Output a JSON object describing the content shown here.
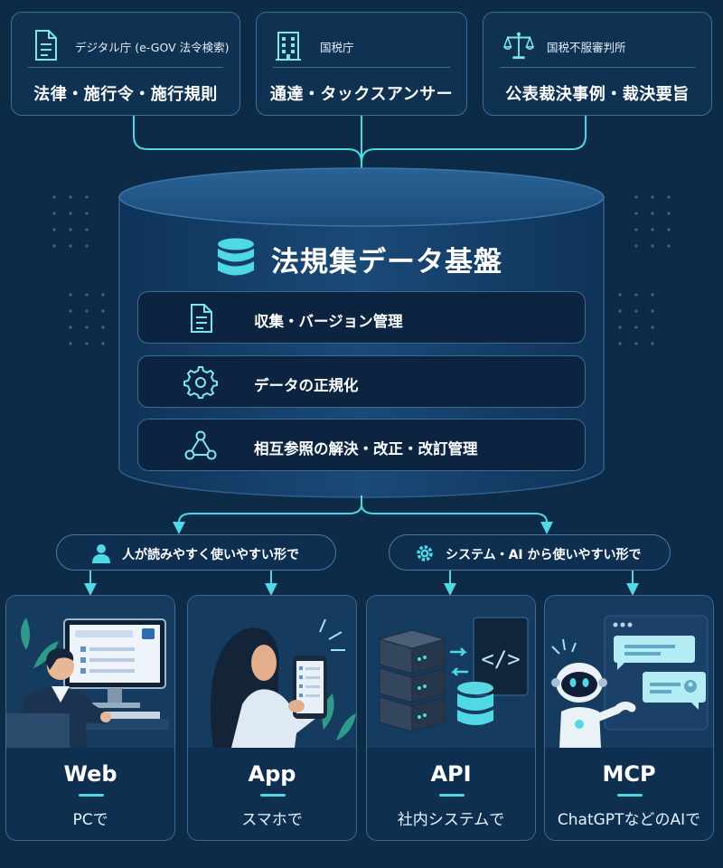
{
  "colors": {
    "background": "#0d2a47",
    "accent": "#4fd8e6",
    "border": "#3e6f95"
  },
  "sources": [
    {
      "agency": "デジタル庁 (e-GOV 法令検索)",
      "documents": "法律・施行令・施行規則",
      "icon": "document-icon"
    },
    {
      "agency": "国税庁",
      "documents": "通達・タックスアンサー",
      "icon": "building-icon"
    },
    {
      "agency": "国税不服審判所",
      "documents": "公表裁決事例・裁決要旨",
      "icon": "scales-icon"
    }
  ],
  "platform": {
    "title": "法規集データ基盤",
    "icon": "database-icon",
    "features": [
      {
        "label": "収集・バージョン管理",
        "icon": "document-icon"
      },
      {
        "label": "データの正規化",
        "icon": "gear-icon"
      },
      {
        "label": "相互参照の解決・改正・改訂管理",
        "icon": "network-icon"
      }
    ]
  },
  "audiences": [
    {
      "label": "人が読みやすく使いやすい形で",
      "icon": "person-icon"
    },
    {
      "label": "システム・AI から使いやすい形で",
      "icon": "gear-icon"
    }
  ],
  "channels": [
    {
      "name": "Web",
      "description": "PCで"
    },
    {
      "name": "App",
      "description": "スマホで"
    },
    {
      "name": "API",
      "description": "社内システムで"
    },
    {
      "name": "MCP",
      "description": "ChatGPTなどのAIで"
    }
  ]
}
